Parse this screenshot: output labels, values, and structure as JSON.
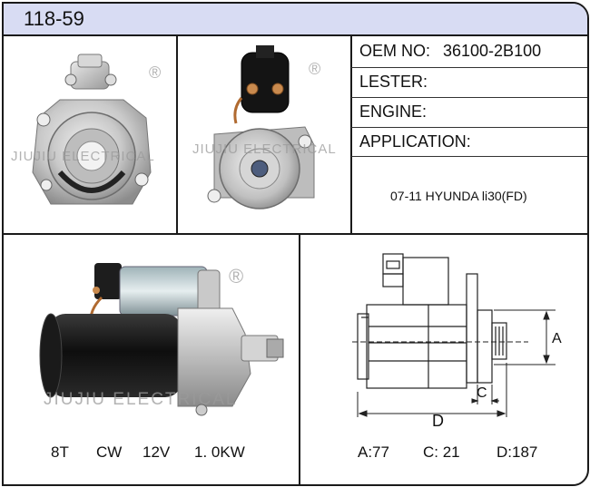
{
  "part_number": "118-59",
  "info": {
    "oem_label": "OEM NO:",
    "oem_value": "36100-2B100",
    "lester_label": "LESTER:",
    "engine_label": "ENGINE:",
    "application_label": "APPLICATION:",
    "application_value": "07-11 HYUNDA li30(FD)"
  },
  "watermark": "JIUJIU ELECTRICAL",
  "registered_mark": "®",
  "specs": {
    "teeth": "8T",
    "rotation": "CW",
    "voltage": "12V",
    "power": "1. 0KW"
  },
  "dimensions": {
    "a_label": "A",
    "c_label": "C",
    "d_label": "D",
    "a_value": "A:77",
    "c_value": "C: 21",
    "d_value": "D:187"
  }
}
